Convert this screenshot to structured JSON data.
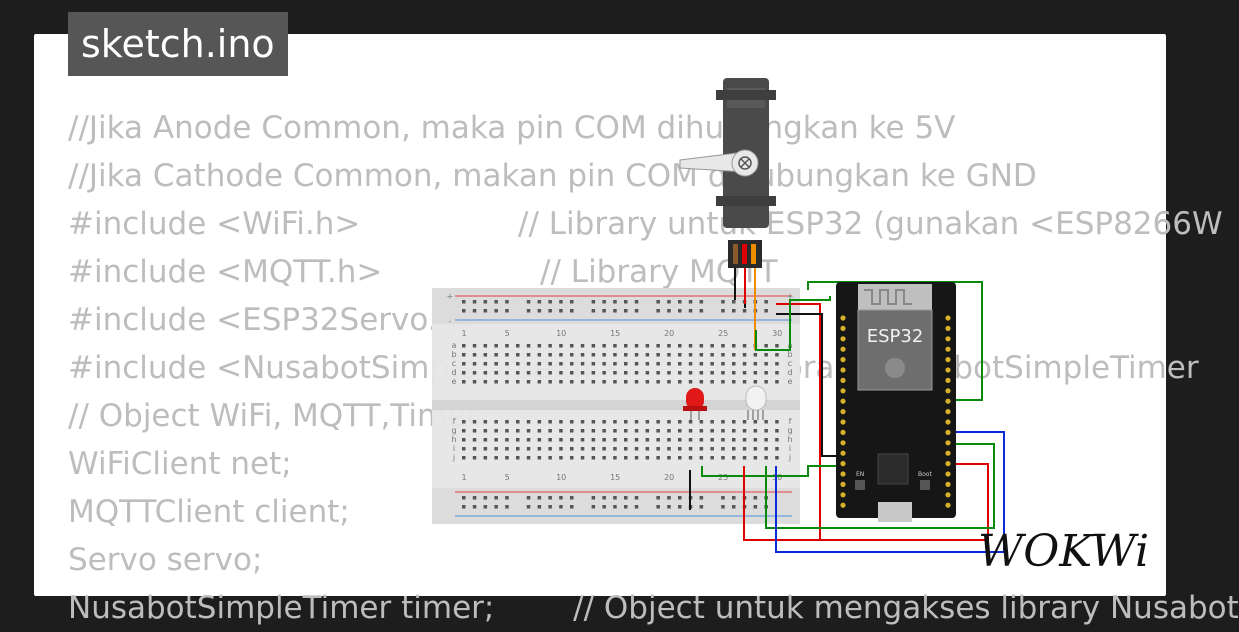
{
  "title": "sketch.ino",
  "code_lines": [
    "//Jika Anode Common, maka pin COM dihubungkan ke 5V",
    "//Jika Cathode Common, makan pin COM dihubungkan ke GND",
    "#include <WiFi.h>                // Library untuk ESP32 (gunakan <ESP8266W",
    "#include <MQTT.h>                // Library MQTT",
    "#include <ESP32Servo.h>",
    "#include <NusabotSimpleTimer.h>           // Library NusabotSimpleTimer",
    "// Object WiFi, MQTT,Timer",
    "WiFiClient net;",
    "MQTTClient client;",
    "Servo servo;",
    "NusabotSimpleTimer timer;        // Object untuk mengakses library Nusabot"
  ],
  "breadboard": {
    "column_numbers": [
      "1",
      "5",
      "10",
      "15",
      "20",
      "25",
      "30"
    ],
    "row_letters_top": [
      "a",
      "b",
      "c",
      "d",
      "e"
    ],
    "row_letters_bottom": [
      "f",
      "g",
      "h",
      "i",
      "j"
    ],
    "rail_plus": "+",
    "rail_minus": "-"
  },
  "esp32": {
    "label": "ESP32",
    "en_label": "EN",
    "boot_label": "Boot"
  },
  "logo": "WOKWi",
  "colors": {
    "bg": "#1d1d1d",
    "panel": "#ffffff",
    "tab": "#565656",
    "code": "#bdbdbd",
    "wire_red": "#e00000",
    "wire_green": "#0a8a0a",
    "wire_black": "#111111",
    "wire_blue": "#0a2ad8"
  }
}
